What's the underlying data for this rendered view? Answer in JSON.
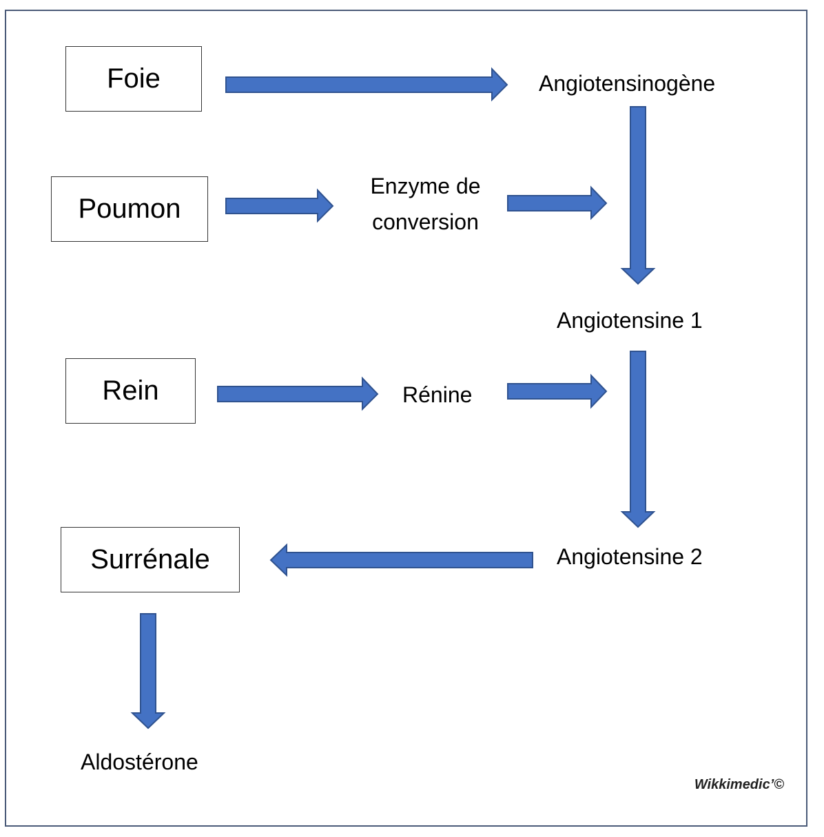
{
  "boxes": {
    "foie": "Foie",
    "poumon": "Poumon",
    "rein": "Rein",
    "surrenale": "Surrénale"
  },
  "labels": {
    "angiotensinogene": "Angiotensinogène",
    "enzyme_line1": "Enzyme de",
    "enzyme_line2": "conversion",
    "angiotensine1": "Angiotensine 1",
    "renine": "Rénine",
    "angiotensine2": "Angiotensine 2",
    "aldosterone": "Aldostérone"
  },
  "credit": "Wikkimedic’©",
  "colors": {
    "arrow_fill": "#4472c4",
    "arrow_stroke": "#2f528f",
    "frame_border": "#4a5a78"
  }
}
